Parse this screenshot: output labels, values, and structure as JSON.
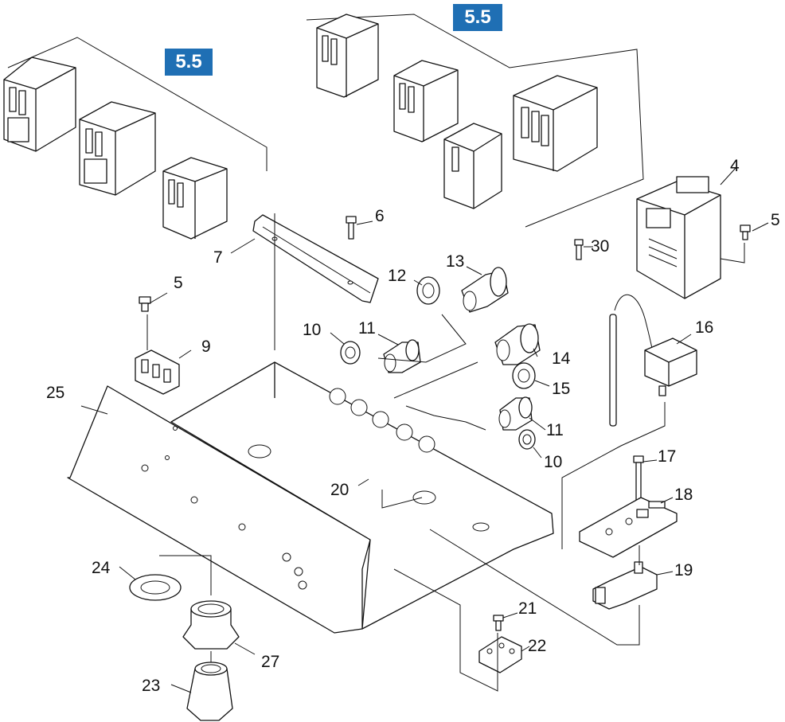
{
  "badges": [
    "5.5",
    "5.5"
  ],
  "labels": {
    "l4": "4",
    "l5a": "5",
    "l5b": "5",
    "l6": "6",
    "l7": "7",
    "l9": "9",
    "l10a": "10",
    "l10b": "10",
    "l11a": "11",
    "l11b": "11",
    "l12": "12",
    "l13": "13",
    "l14": "14",
    "l15": "15",
    "l16": "16",
    "l17": "17",
    "l18": "18",
    "l19": "19",
    "l20": "20",
    "l21": "21",
    "l22": "22",
    "l23": "23",
    "l24": "24",
    "l25": "25",
    "l27": "27",
    "l30": "30"
  },
  "colors": {
    "badge": "#1f6fb4",
    "ink": "#111111",
    "paper": "#ffffff"
  }
}
